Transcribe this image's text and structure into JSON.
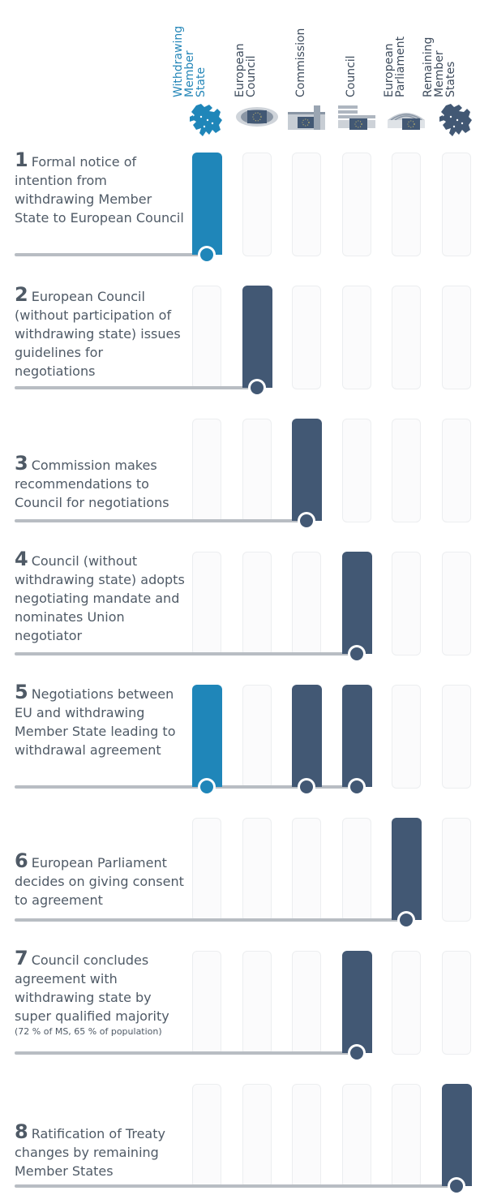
{
  "columns": [
    {
      "key": "wms",
      "label": "Withdrawing\nMember\nState",
      "icon": "europe-map-icon",
      "color": "#2486b8"
    },
    {
      "key": "ec",
      "label": "European\nCouncil",
      "icon": "european-council-building-icon",
      "color": "#3d4b5c"
    },
    {
      "key": "com",
      "label": "Commission",
      "icon": "commission-building-icon",
      "color": "#3d4b5c"
    },
    {
      "key": "cou",
      "label": "Council",
      "icon": "council-building-icon",
      "color": "#3d4b5c"
    },
    {
      "key": "ep",
      "label": "European\nParliament",
      "icon": "parliament-building-icon",
      "color": "#3d4b5c"
    },
    {
      "key": "rms",
      "label": "Remaining\nMember\nStates",
      "icon": "europe-map-icon",
      "color": "#3d4b5c"
    }
  ],
  "steps": [
    {
      "num": "1",
      "text": "Formal notice of intention from withdrawing Member State to European Council",
      "note": "",
      "actors": [
        "wms"
      ]
    },
    {
      "num": "2",
      "text": "European Council (without participation of withdrawing state) issues guidelines for negotiations",
      "note": "",
      "actors": [
        "ec"
      ]
    },
    {
      "num": "3",
      "text": "Commission makes recommendations to Council for negotiations",
      "note": "",
      "actors": [
        "com"
      ]
    },
    {
      "num": "4",
      "text": "Council (without withdrawing state) adopts negotiating mandate and nominates Union negotiator",
      "note": "",
      "actors": [
        "cou"
      ]
    },
    {
      "num": "5",
      "text": "Negotiations between EU and withdrawing Member State leading to withdrawal agreement",
      "note": "",
      "actors": [
        "wms",
        "com",
        "cou"
      ]
    },
    {
      "num": "6",
      "text": "European Parliament decides on giving consent to agreement",
      "note": "",
      "actors": [
        "ep"
      ]
    },
    {
      "num": "7",
      "text": "Council concludes agreement with withdrawing state by super qualified majority",
      "note": "(72 % of MS, 65 % of population)",
      "actors": [
        "cou"
      ]
    },
    {
      "num": "8",
      "text": "Ratification of Treaty changes by remaining Member States",
      "note": "",
      "actors": [
        "rms"
      ]
    }
  ],
  "colors": {
    "withdrawing": "#1f86b9",
    "institution": "#425874",
    "line": "#b8bdc3"
  }
}
